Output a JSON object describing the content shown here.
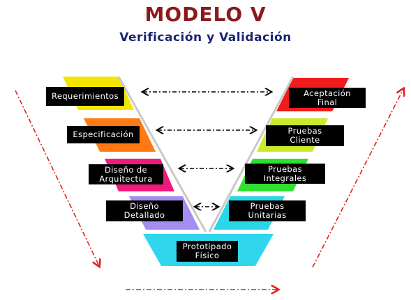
{
  "title": "MODELO V",
  "subtitle": "Verificación y Validación",
  "colors": {
    "title": "#8b1a1a",
    "subtitle": "#1a2470",
    "arrow_red": "#e02020",
    "arrow_black": "#000000"
  },
  "left_stages": [
    {
      "label": "Requerimientos",
      "color": "#f2e600"
    },
    {
      "label": "Especificación",
      "color": "#ff7a12"
    },
    {
      "label": "Diseño de\nArquitectura",
      "color": "#f0197d"
    },
    {
      "label": "Diseño\nDetallado",
      "color": "#a58cf0"
    }
  ],
  "right_stages": [
    {
      "label": "Aceptación\nFinal",
      "color": "#f01c1c"
    },
    {
      "label": "Pruebas\nCliente",
      "color": "#c9ec2a"
    },
    {
      "label": "Pruebas\nIntegrales",
      "color": "#30e030"
    },
    {
      "label": "Pruebas\nUnitarias",
      "color": "#2ad7e8"
    }
  ],
  "bottom_stage": {
    "label": "Prototipado\nFísico",
    "color": "#2fd6ee"
  }
}
